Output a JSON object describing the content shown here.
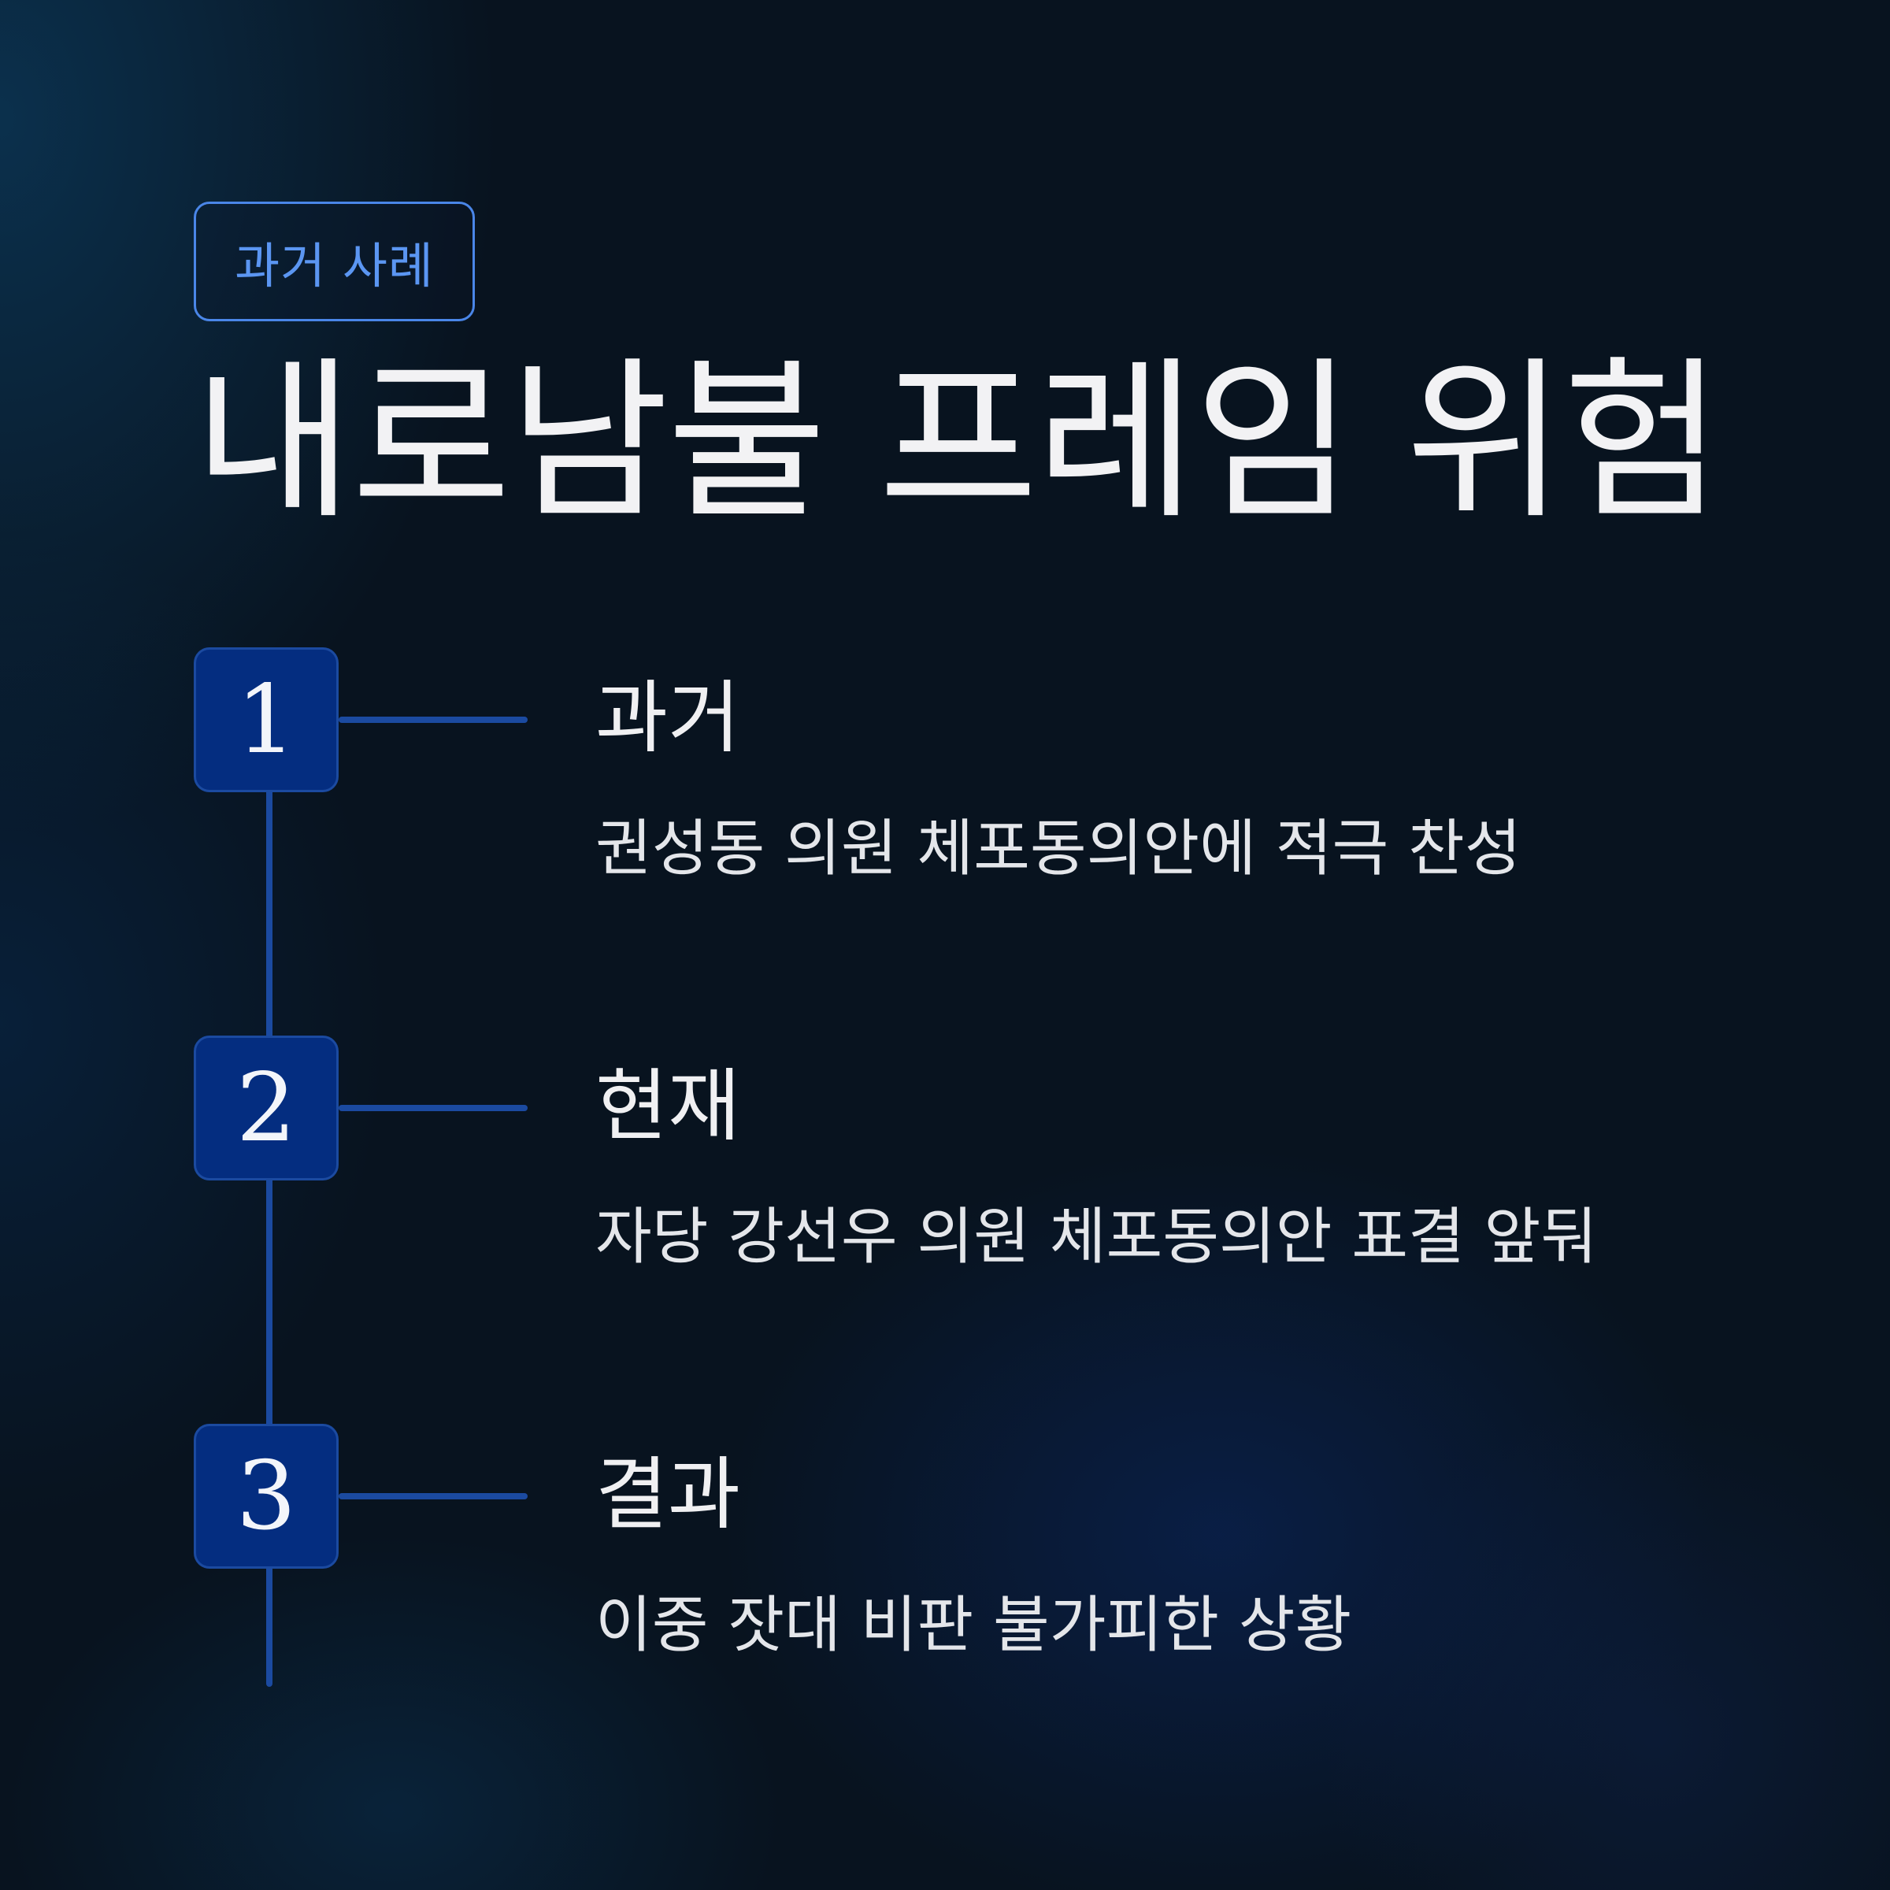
{
  "tag": {
    "label": "과거 사례"
  },
  "title": "내로남불 프레임 위험",
  "steps": [
    {
      "number": "1",
      "label": "과거",
      "description": "권성동 의원 체포동의안에 적극 찬성"
    },
    {
      "number": "2",
      "label": "현재",
      "description": "자당 강선우 의원 체포동의안 표결 앞둬"
    },
    {
      "number": "3",
      "label": "결과",
      "description": "이중 잣대 비판 불가피한 상황"
    }
  ],
  "colors": {
    "background": "#08131f",
    "accent": "#4a86e8",
    "badge": "#042d80",
    "line": "#1b4aa0",
    "text": "#f2f2f4"
  }
}
